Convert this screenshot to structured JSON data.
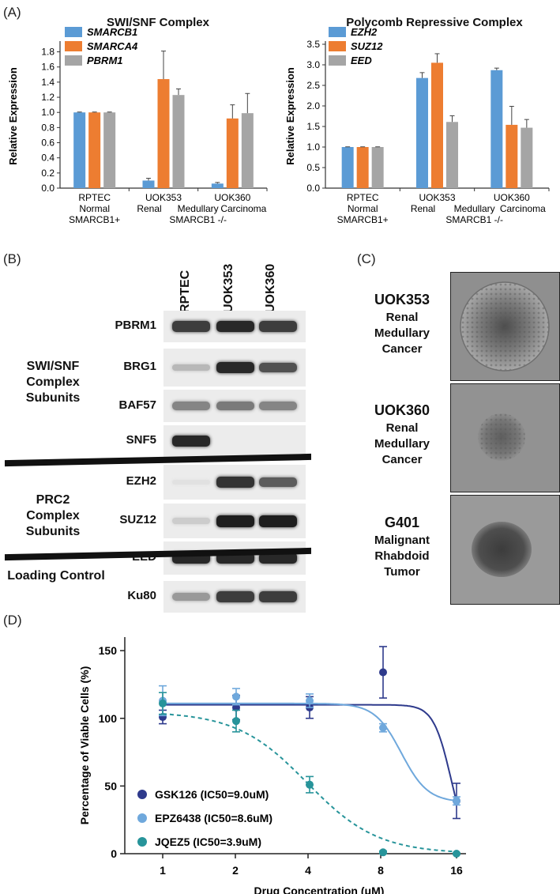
{
  "panels": {
    "a": "(A)",
    "b": "(B)",
    "c": "(C)",
    "d": "(D)"
  },
  "chart_data": [
    {
      "type": "bar",
      "title": "SWI/SNF Complex",
      "ylabel": "Relative Expression",
      "ylim": [
        0,
        1.9
      ],
      "yticks": [
        "0.0",
        "0.2",
        "0.4",
        "0.6",
        "0.8",
        "1.0",
        "1.2",
        "1.4",
        "1.6",
        "1.8"
      ],
      "categories": [
        [
          "RPTEC",
          "Normal",
          "SMARCB1+"
        ],
        [
          "UOK353",
          "",
          ""
        ],
        [
          "UOK360",
          "",
          ""
        ]
      ],
      "group_caption": {
        "line1_left": "Renal",
        "line1_mid": "Medullary",
        "line1_right": "Carcinoma",
        "line2": "SMARCB1 -/-"
      },
      "series": [
        {
          "name": "SMARCB1",
          "color": "#5b9bd5",
          "values": [
            1.0,
            0.1,
            0.06
          ],
          "errors": [
            0.005,
            0.03,
            0.015
          ]
        },
        {
          "name": "SMARCA4",
          "color": "#ed7d31",
          "values": [
            1.0,
            1.44,
            0.92
          ],
          "errors": [
            0.005,
            0.37,
            0.18
          ]
        },
        {
          "name": "PBRM1",
          "color": "#a5a5a5",
          "values": [
            1.0,
            1.23,
            0.99
          ],
          "errors": [
            0.005,
            0.08,
            0.26
          ]
        }
      ]
    },
    {
      "type": "bar",
      "title": "Polycomb Repressive Complex",
      "ylabel": "Relative Expression",
      "ylim": [
        0,
        3.5
      ],
      "yticks": [
        "0.0",
        "0.5",
        "1.0",
        "1.5",
        "2.0",
        "2.5",
        "3.0",
        "3.5"
      ],
      "categories": [
        [
          "RPTEC",
          "Normal",
          "SMARCB1+"
        ],
        [
          "UOK353",
          "",
          ""
        ],
        [
          "UOK360",
          "",
          ""
        ]
      ],
      "group_caption": {
        "line1_left": "Renal",
        "line1_mid": "Medullary",
        "line1_right": "Carcinoma",
        "line2": "SMARCB1 -/-"
      },
      "series": [
        {
          "name": "EZH2",
          "color": "#5b9bd5",
          "values": [
            1.0,
            2.68,
            2.87
          ],
          "errors": [
            0.005,
            0.13,
            0.05
          ]
        },
        {
          "name": "SUZ12",
          "color": "#ed7d31",
          "values": [
            1.0,
            3.05,
            1.54
          ],
          "errors": [
            0.005,
            0.22,
            0.45
          ]
        },
        {
          "name": "EED",
          "color": "#a5a5a5",
          "values": [
            1.0,
            1.61,
            1.47
          ],
          "errors": [
            0.005,
            0.15,
            0.2
          ]
        }
      ]
    },
    {
      "type": "scatter",
      "xlabel": "Drug Concentration (μM)",
      "ylabel": "Percentage of Viable Cells (%)",
      "x_scale": "log2",
      "xticks": [
        "1",
        "2",
        "4",
        "8",
        "16"
      ],
      "yticks": [
        "0",
        "50",
        "100",
        "150"
      ],
      "ylim": [
        0,
        160
      ],
      "series": [
        {
          "name": "GSK126 (IC50=9.0uM)",
          "color": "#2e3a8c",
          "style": "solid",
          "x": [
            1,
            2,
            4,
            8,
            16
          ],
          "y": [
            101,
            108,
            108,
            134,
            39
          ],
          "err": [
            5,
            9,
            8,
            19,
            13
          ],
          "fit": {
            "top": 110,
            "bottom": 0,
            "ic50": 15.2,
            "hill": 12,
            "xmax": 16
          }
        },
        {
          "name": "EPZ6438 (IC50=8.6uM)",
          "color": "#6fa8dc",
          "style": "solid",
          "x": [
            1,
            2,
            4,
            8,
            16
          ],
          "y": [
            113,
            116,
            113,
            93,
            39
          ],
          "err": [
            11,
            6,
            5,
            3,
            3
          ],
          "fit": {
            "top": 111,
            "bottom": 38,
            "ic50": 9.5,
            "hill": 8,
            "xmax": 16
          }
        },
        {
          "name": "JQEZ5 (IC50=3.9uM)",
          "color": "#27949a",
          "style": "dashed",
          "x": [
            1,
            2,
            4,
            8,
            16
          ],
          "y": [
            111,
            98,
            51,
            1,
            0
          ],
          "err": [
            8,
            8,
            6,
            1,
            0.5
          ],
          "fit": {
            "top": 105,
            "bottom": 0,
            "ic50": 3.9,
            "hill": 3,
            "xmax": 16
          }
        }
      ]
    }
  ],
  "blot": {
    "lanes": [
      "RPTEC",
      "UOK353",
      "UOK360"
    ],
    "rows": [
      {
        "label": "PBRM1",
        "intensity": [
          0.85,
          0.95,
          0.85
        ]
      },
      {
        "label": "BRG1",
        "intensity": [
          0.25,
          0.95,
          0.75
        ]
      },
      {
        "label": "BAF57",
        "intensity": [
          0.5,
          0.55,
          0.5
        ]
      },
      {
        "label": "SNF5",
        "intensity": [
          0.95,
          0.0,
          0.0
        ]
      },
      {
        "label": "EZH2",
        "intensity": [
          0.05,
          0.9,
          0.7
        ]
      },
      {
        "label": "SUZ12",
        "intensity": [
          0.15,
          1.0,
          1.0
        ]
      },
      {
        "label": "EED",
        "intensity": [
          0.95,
          0.95,
          0.95
        ]
      },
      {
        "label": "Ku80",
        "intensity": [
          0.4,
          0.85,
          0.85
        ]
      }
    ],
    "groups": {
      "swisnf": [
        "SWI/SNF",
        "Complex",
        "Subunits"
      ],
      "prc2": [
        "PRC2",
        "Complex",
        "Subunits"
      ],
      "loading": "Loading Control"
    }
  },
  "spheroids": [
    {
      "name": "UOK353",
      "desc": [
        "Renal",
        "Medullary",
        "Cancer"
      ]
    },
    {
      "name": "UOK360",
      "desc": [
        "Renal",
        "Medullary",
        "Cancer"
      ]
    },
    {
      "name": "G401",
      "desc": [
        "Malignant",
        "Rhabdoid",
        "Tumor"
      ]
    }
  ]
}
